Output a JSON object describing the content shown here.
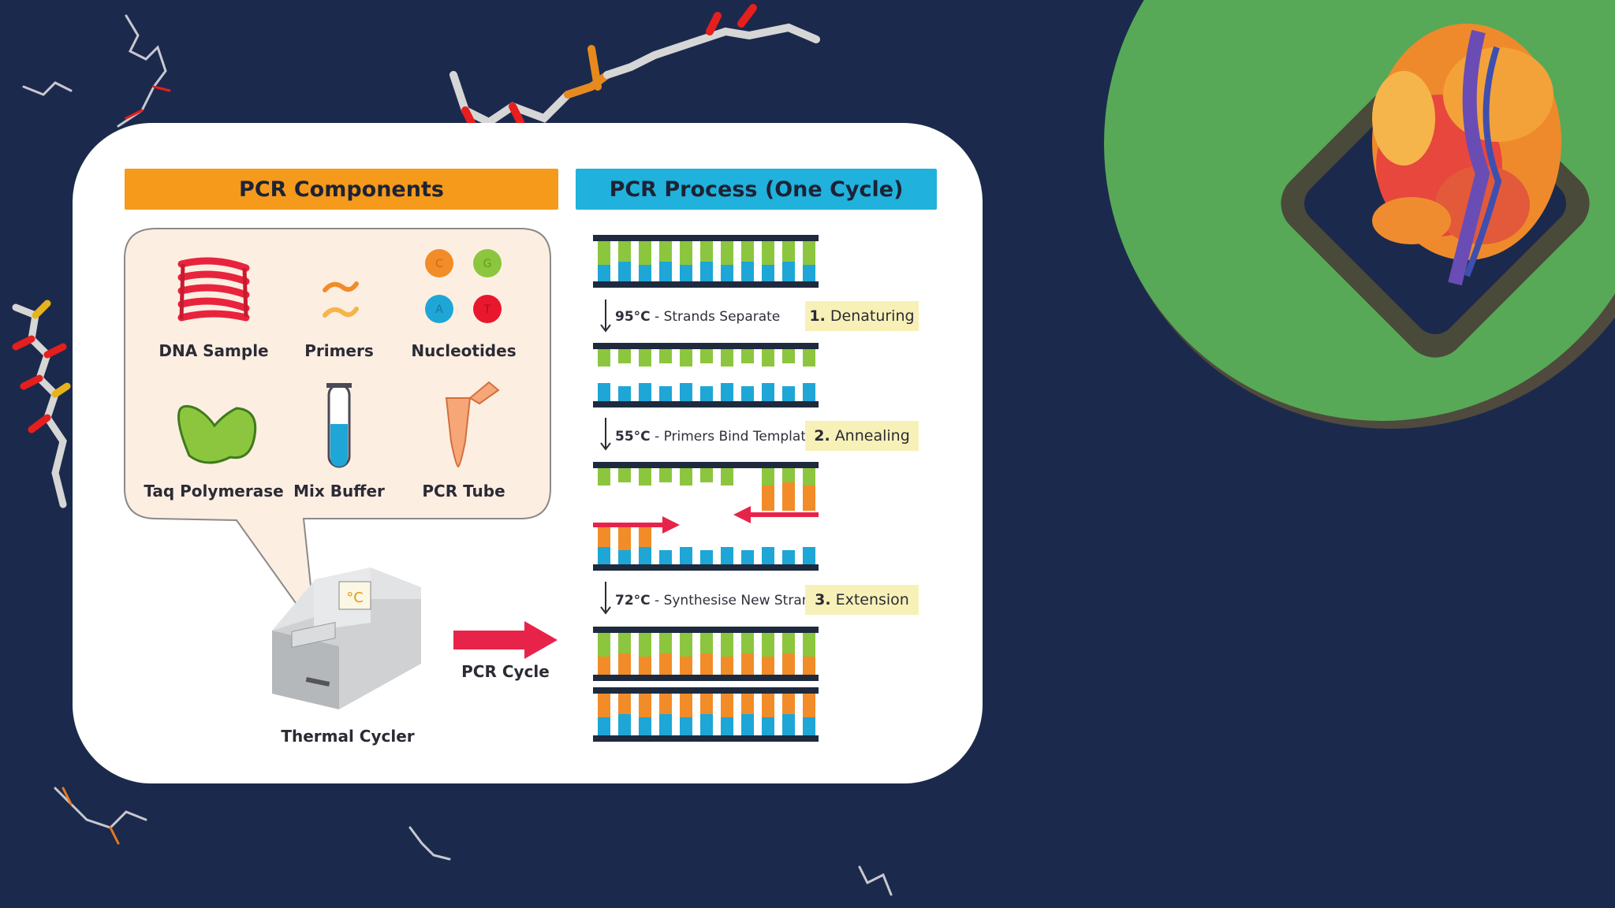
{
  "components": {
    "header": "PCR Components",
    "items": [
      {
        "label": "DNA Sample",
        "icon": "dna-helix-icon"
      },
      {
        "label": "Primers",
        "icon": "primers-icon"
      },
      {
        "label": "Nucleotides",
        "icon": "nucleotides-icon"
      },
      {
        "label": "Taq Polymerase",
        "icon": "taq-polymerase-icon"
      },
      {
        "label": "Mix Buffer",
        "icon": "test-tube-icon"
      },
      {
        "label": "PCR Tube",
        "icon": "pcr-tube-icon"
      }
    ],
    "nucleotide_letters": [
      "C",
      "G",
      "A",
      "T"
    ]
  },
  "cycler": {
    "label": "Thermal Cycler",
    "display": "°C",
    "arrow_label": "PCR Cycle"
  },
  "process": {
    "header": "PCR Process (One Cycle)",
    "steps": [
      {
        "temp": "95°C",
        "desc": " - Strands Separate",
        "num": "1.",
        "name": "Denaturing"
      },
      {
        "temp": "55°C",
        "desc": " - Primers Bind Template",
        "num": "2.",
        "name": "Annealing"
      },
      {
        "temp": "72°C",
        "desc": " - Synthesise New Strand",
        "num": "3.",
        "name": "Extension"
      }
    ]
  },
  "colors": {
    "background": "#1b2a4c",
    "orange_header": "#f59a1a",
    "blue_header": "#20b2dc",
    "green_base": "#8cc63e",
    "blue_base": "#1ea6d6",
    "orange_base": "#f28c28",
    "red_arrow": "#e8234a",
    "badge": "#f7f1b8",
    "green_circle": "#57a957"
  }
}
